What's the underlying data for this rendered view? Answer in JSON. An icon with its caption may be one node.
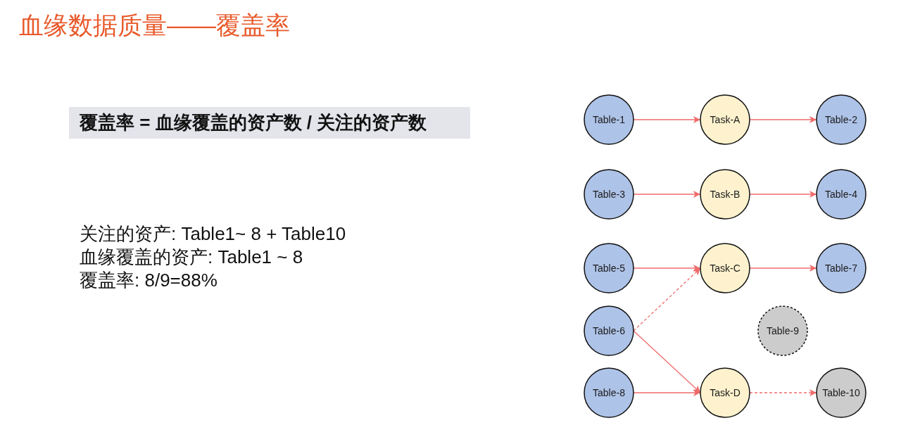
{
  "diagram": {
    "title": "血缘数据质量——覆盖率",
    "nodes": [
      {
        "text": [
          "覆盖率 = 血缘覆盖的资产数 / 关注的资产数"
        ]
      },
      {
        "text": [
          "Table-1"
        ]
      },
      {
        "text": [
          "Task-A"
        ]
      },
      {
        "text": [
          "Table-2"
        ]
      },
      {
        "text": [
          "Table-3"
        ]
      },
      {
        "text": [
          "Task-B"
        ]
      },
      {
        "text": [
          "Table-4"
        ]
      },
      {
        "text": [
          "Table-5"
        ]
      },
      {
        "text": [
          "Task-C"
        ]
      },
      {
        "text": [
          "Table-7"
        ]
      },
      {
        "text": [
          "Table-6"
        ]
      },
      {
        "text": [
          "Table-9"
        ]
      },
      {
        "text": [
          "Table-8"
        ]
      },
      {
        "text": [
          "Task-D"
        ]
      },
      {
        "text": [
          "Table-10"
        ]
      }
    ],
    "edges": [
      {
        "from": 1,
        "to": 2,
        "arrow": "to"
      },
      {
        "from": 2,
        "to": 3,
        "arrow": "to"
      },
      {
        "from": 4,
        "to": 5,
        "arrow": "to"
      },
      {
        "from": 5,
        "to": 6,
        "arrow": "to"
      },
      {
        "from": 7,
        "to": 8,
        "arrow": "to"
      },
      {
        "from": 8,
        "to": 9,
        "arrow": "to"
      },
      {
        "from": 10,
        "to": 8,
        "arrow": "to",
        "style": "dashed"
      },
      {
        "from": 10,
        "to": 13,
        "arrow": "to"
      },
      {
        "from": 12,
        "to": 13,
        "arrow": "to"
      },
      {
        "from": 13,
        "to": 14,
        "arrow": "to",
        "style": "dashed"
      }
    ],
    "labels": [
      "关注的资产: Table1~ 8 + Table10",
      "血缘覆盖的资产: Table1 ~ 8",
      "覆盖率: 8/9=88%"
    ]
  }
}
